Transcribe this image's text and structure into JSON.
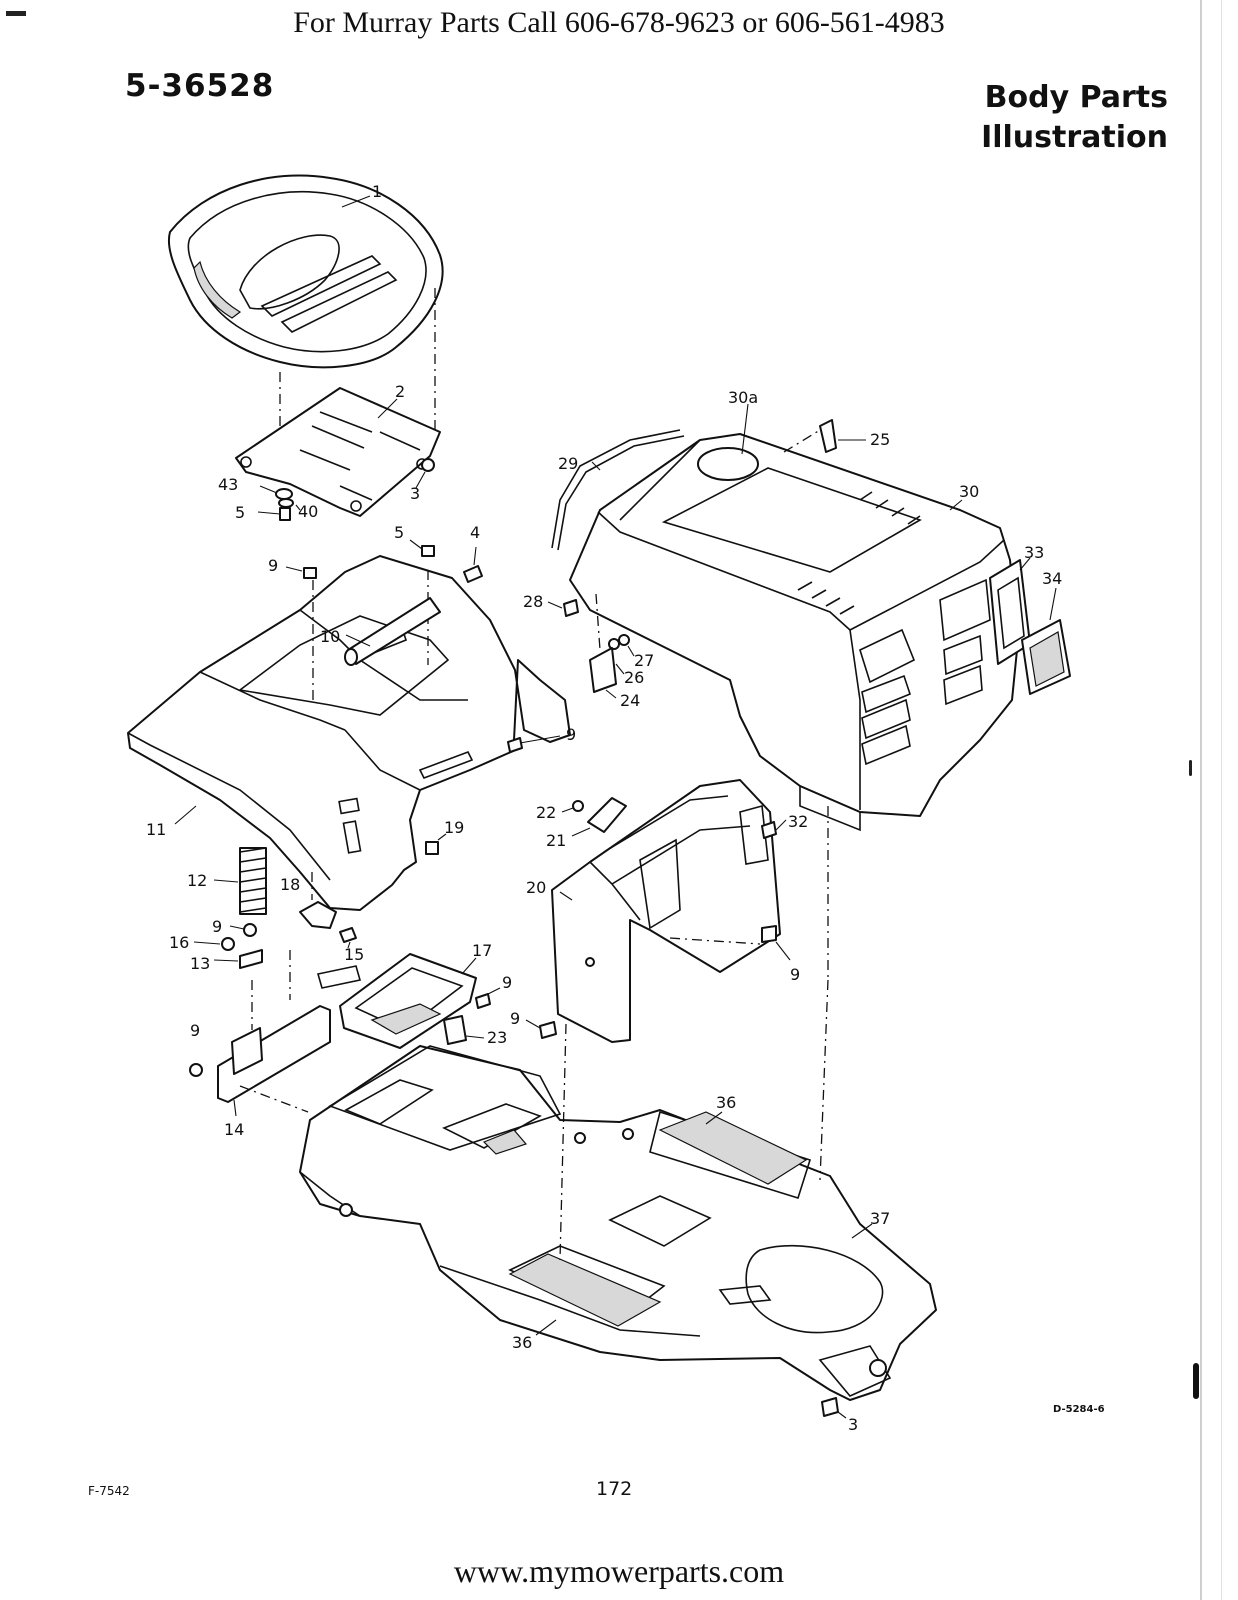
{
  "header": {
    "phone_line": "For Murray Parts Call 606-678-9623 or 606-561-4983"
  },
  "model_number": "5-36528",
  "section_title": {
    "line1": "Body Parts",
    "line2": "Illustration"
  },
  "drawing_code": "D-5284-6",
  "form_code": "F-7542",
  "page_number": "172",
  "footer": {
    "website": "www.mymowerparts.com"
  },
  "callouts": {
    "c1": "1",
    "c2": "2",
    "c3a": "3",
    "c43": "43",
    "c40": "40",
    "c5a": "5",
    "c5b": "5",
    "c4": "4",
    "c9a": "9",
    "c10": "10",
    "c9b": "9",
    "c11": "11",
    "c19": "19",
    "c12": "12",
    "c18": "18",
    "c9c": "9",
    "c16": "16",
    "c15": "15",
    "c13": "13",
    "c17": "17",
    "c9d": "9",
    "c9e": "9",
    "c23": "23",
    "c9f": "9",
    "c14": "14",
    "c30a": "30a",
    "c25": "25",
    "c29": "29",
    "c30": "30",
    "c33": "33",
    "c34": "34",
    "c28": "28",
    "c27": "27",
    "c26": "26",
    "c24": "24",
    "c22": "22",
    "c21": "21",
    "c32": "32",
    "c20": "20",
    "c9g": "9",
    "c36a": "36",
    "c37": "37",
    "c36b": "36",
    "c3b": "3"
  }
}
